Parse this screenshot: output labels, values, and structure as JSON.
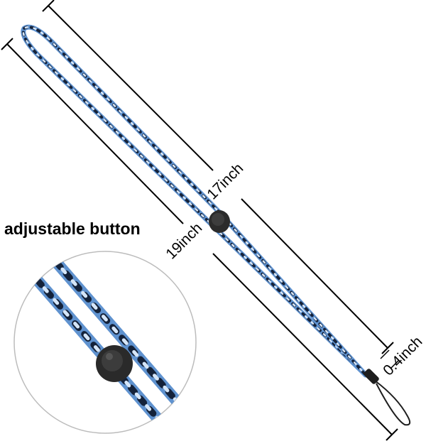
{
  "labels": {
    "callout": "adjustable button",
    "length_inner": "17inch",
    "length_outer": "19inch",
    "cord_width": "0.4inch"
  },
  "colors": {
    "cord_base": "#6f9fd8",
    "cord_dark": "#14223a",
    "cord_light": "#d6e6f8",
    "button": "#2b2b2b",
    "dimension_line": "#000000"
  }
}
